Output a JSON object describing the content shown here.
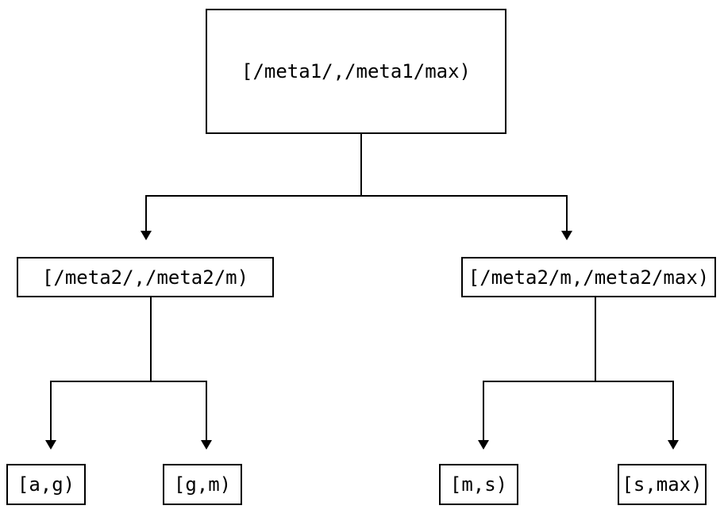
{
  "diagram": {
    "type": "tree",
    "orientation": "top-down",
    "background_color": "#ffffff",
    "line_color": "#000000",
    "text_color": "#000000",
    "nodes": {
      "root": {
        "label": "[/meta1/,/meta1/max)"
      },
      "mid_left": {
        "label": "[/meta2/,/meta2/m)"
      },
      "mid_right": {
        "label": "[/meta2/m,/meta2/max)"
      },
      "leaf_a_g": {
        "label": "[a,g)"
      },
      "leaf_g_m": {
        "label": "[g,m)"
      },
      "leaf_m_s": {
        "label": "[m,s)"
      },
      "leaf_s_max": {
        "label": "[s,max)"
      }
    }
  }
}
